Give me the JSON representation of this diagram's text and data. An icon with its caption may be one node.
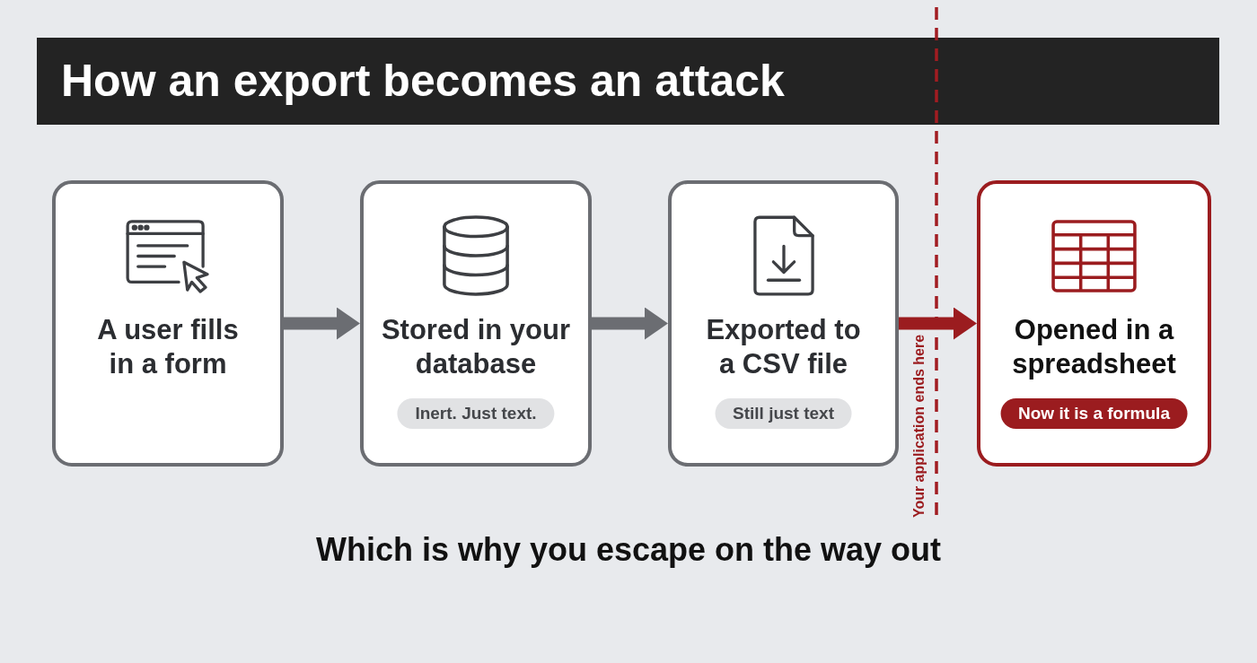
{
  "diagram": {
    "title": "How an export becomes an attack",
    "caption": "Which is why you escape on the way out",
    "nodes": [
      {
        "text": [
          "A user fills in a form"
        ]
      },
      {
        "text": [
          "Stored in your database"
        ]
      },
      {
        "text": [
          "Inert. Just text."
        ],
        "in": 1
      },
      {
        "text": [
          "Exported to a CSV file"
        ]
      },
      {
        "text": [
          "Still just text"
        ],
        "in": 3
      },
      {
        "text": [
          "Opened in a spreadsheet"
        ]
      },
      {
        "text": [
          "Now it is a formula"
        ],
        "in": 5
      }
    ],
    "edges": [
      {
        "from": 0,
        "to": 1,
        "arrow": "to"
      },
      {
        "from": 1,
        "to": 3,
        "arrow": "to"
      },
      {
        "from": 3,
        "to": 5,
        "arrow": "to",
        "color": "#9b1c1f"
      }
    ],
    "labels": [
      "Your application ends here"
    ]
  }
}
